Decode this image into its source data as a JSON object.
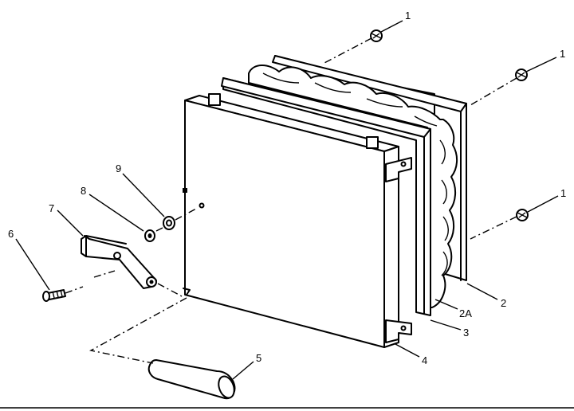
{
  "callouts": {
    "c1_top": "1",
    "c1_right_upper": "1",
    "c1_right_lower": "1",
    "c2": "2",
    "c2a": "2A",
    "c3": "3",
    "c4": "4",
    "c5": "5",
    "c6": "6",
    "c7": "7",
    "c8": "8",
    "c9": "9"
  }
}
